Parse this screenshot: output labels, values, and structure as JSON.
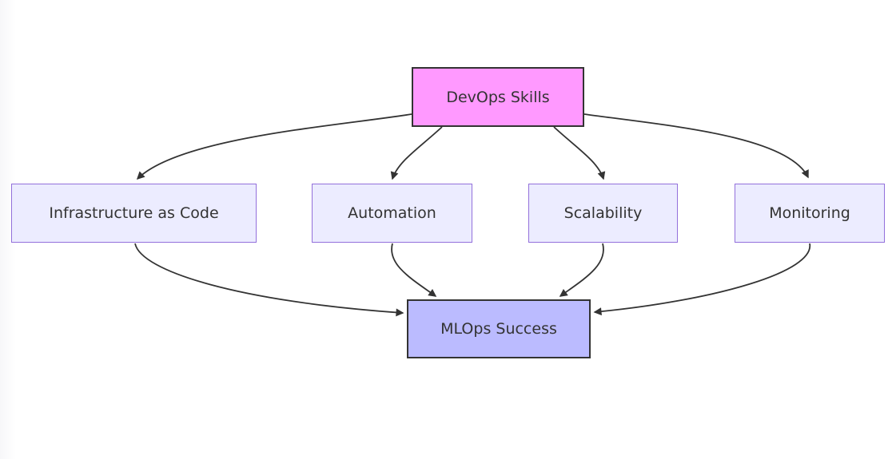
{
  "diagram": {
    "type": "flowchart",
    "direction": "top-down",
    "colors": {
      "background": "#ffffff",
      "edge": "#333333",
      "text": "#333333",
      "node_default_fill": "#ececff",
      "node_default_stroke": "#9370db",
      "root_fill": "#ff99ff",
      "root_stroke": "#333333",
      "sink_fill": "#bbbbff",
      "sink_stroke": "#333333"
    },
    "nodes": [
      {
        "id": "devops",
        "label": "DevOps Skills",
        "fill": "#ff99ff",
        "stroke": "#333333"
      },
      {
        "id": "iac",
        "label": "Infrastructure as Code",
        "fill": "#ececff",
        "stroke": "#9370db"
      },
      {
        "id": "automation",
        "label": "Automation",
        "fill": "#ececff",
        "stroke": "#9370db"
      },
      {
        "id": "scalability",
        "label": "Scalability",
        "fill": "#ececff",
        "stroke": "#9370db"
      },
      {
        "id": "monitoring",
        "label": "Monitoring",
        "fill": "#ececff",
        "stroke": "#9370db"
      },
      {
        "id": "mlops",
        "label": "MLOps Success",
        "fill": "#bbbbff",
        "stroke": "#333333"
      }
    ],
    "edges": [
      {
        "from": "devops",
        "to": "iac"
      },
      {
        "from": "devops",
        "to": "automation"
      },
      {
        "from": "devops",
        "to": "scalability"
      },
      {
        "from": "devops",
        "to": "monitoring"
      },
      {
        "from": "iac",
        "to": "mlops"
      },
      {
        "from": "automation",
        "to": "mlops"
      },
      {
        "from": "scalability",
        "to": "mlops"
      },
      {
        "from": "monitoring",
        "to": "mlops"
      }
    ]
  }
}
